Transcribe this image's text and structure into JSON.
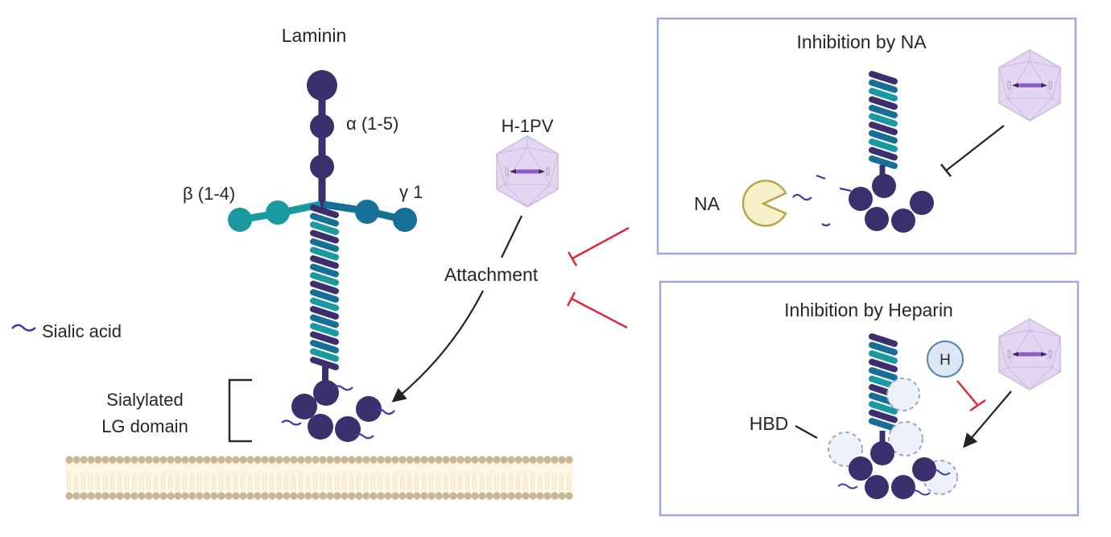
{
  "labels": {
    "laminin": "Laminin",
    "alpha_chain": "α (1-5)",
    "beta_chain": "β (1-4)",
    "gamma_chain": "γ 1",
    "virus": "H-1PV",
    "attachment": "Attachment",
    "sialic_acid_legend": "Sialic acid",
    "lg_domain_line1": "Sialylated",
    "lg_domain_line2": "LG domain"
  },
  "panels": {
    "na": {
      "title": "Inhibition by NA",
      "enzyme_label": "NA"
    },
    "heparin": {
      "title": "Inhibition by Heparin",
      "hbd_label": "HBD",
      "heparin_symbol": "H"
    }
  },
  "colors": {
    "alpha_chain": "#3b2f6e",
    "beta_chain": "#1a9aa0",
    "gamma_chain": "#156f97",
    "sialic_acid": "#3a3aa8",
    "inhibition_red": "#e0283a",
    "arrow_black": "#222222",
    "panel_border": "#9ea8d2",
    "virus_fill": "#e3d6f0",
    "virus_stroke": "#c9b4e0",
    "na_fill": "#f6f0c8",
    "na_stroke": "#b8a24a",
    "membrane_head": "#c7b796",
    "membrane_tail": "#f7f0dc",
    "hbd_fill": "#edf2fa",
    "hbd_stroke": "#9aa6c8",
    "heparin_fill": "#dde8f6",
    "heparin_stroke": "#5a7fae"
  }
}
